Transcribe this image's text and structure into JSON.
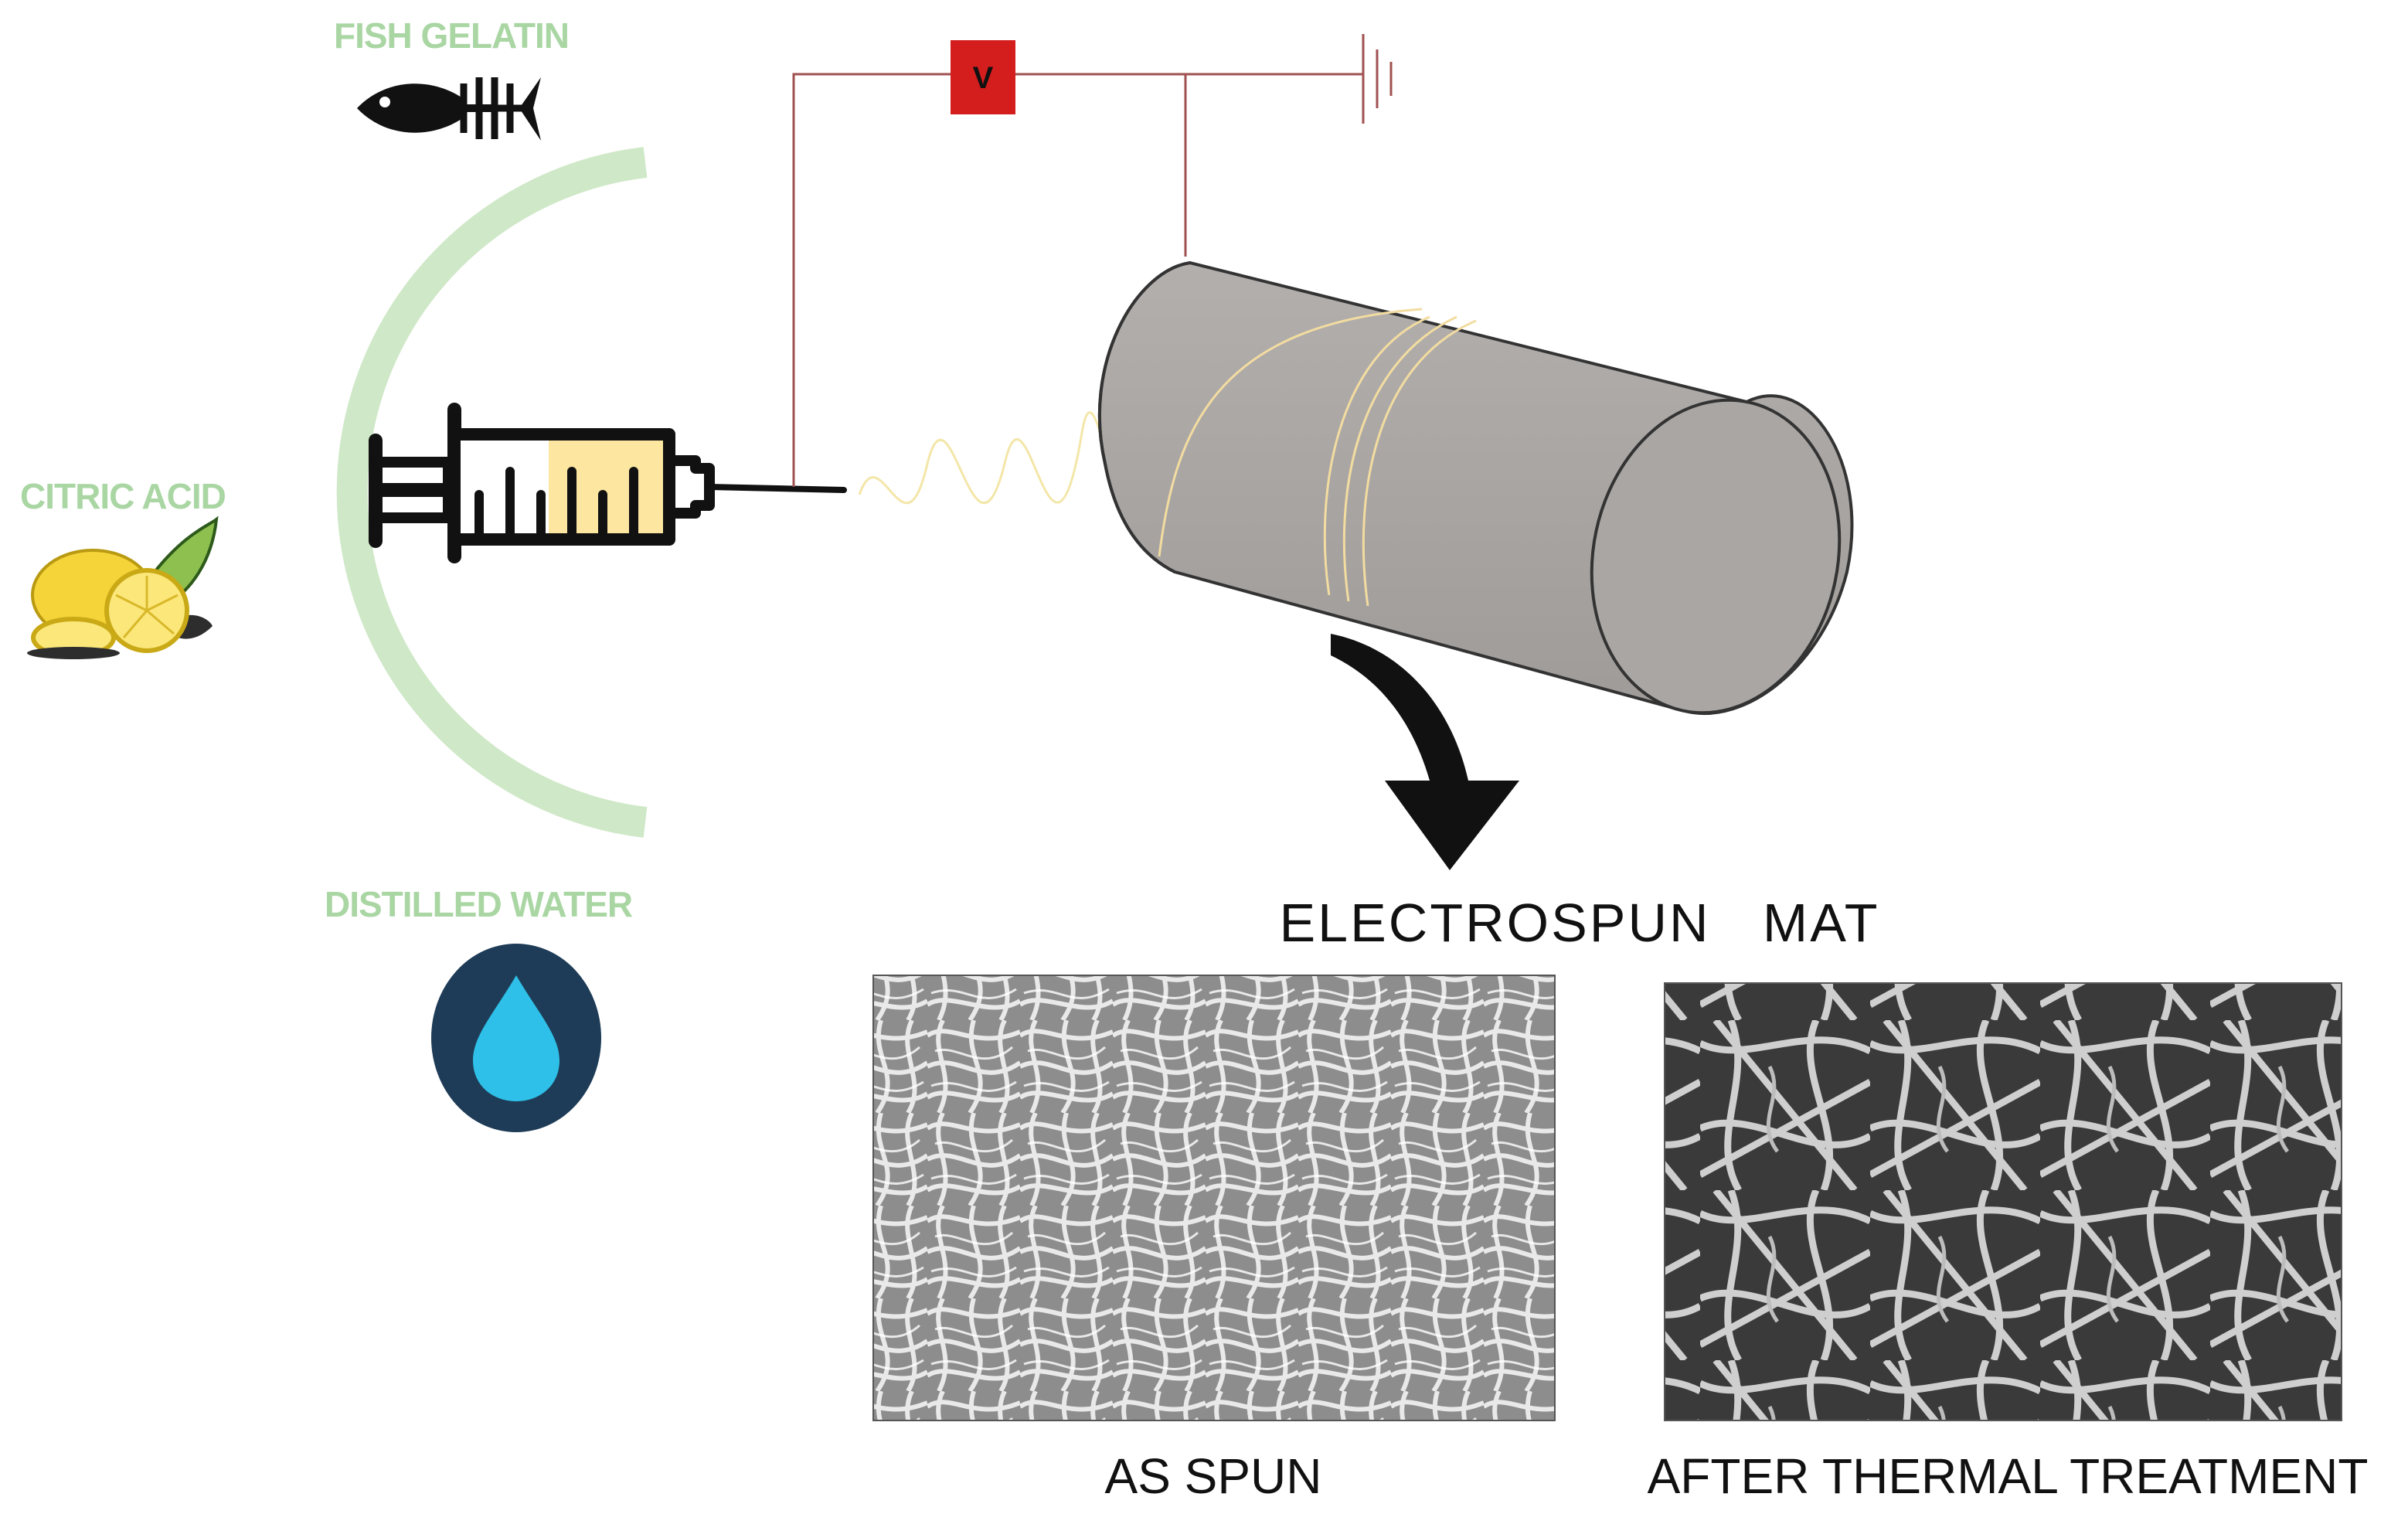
{
  "ingredients": {
    "fish_gelatin": "FISH GELATIN",
    "citric_acid": "CITRIC ACID",
    "distilled_water": "DISTILLED WATER"
  },
  "voltage_label": "V",
  "mat_title": "ELECTROSPUN   MAT",
  "panels": {
    "as_spun": "AS SPUN",
    "after_thermal": "AFTER THERMAL TREATMENT"
  },
  "colors": {
    "label_green": "#a9d6a3",
    "arc_green": "#cfe8c7",
    "wire_red": "#a05050",
    "source_red": "#d41d1d",
    "solution_yellow": "#fce6a0",
    "drum_grey": "#a9a5a3",
    "water_navy": "#1e3c57",
    "water_drop": "#2ec0e8"
  },
  "icons": [
    "fish-skeleton-icon",
    "lemon-icon",
    "water-drop-icon",
    "syringe-icon",
    "ground-icon",
    "arrow-down-icon"
  ]
}
